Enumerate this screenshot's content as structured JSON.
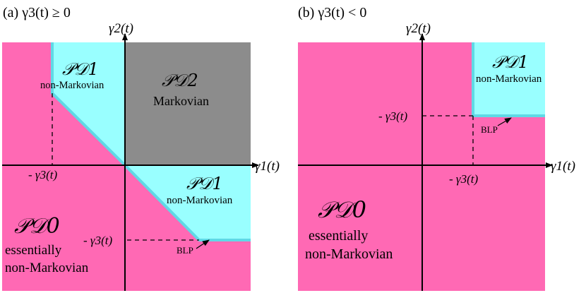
{
  "colors": {
    "pd0": "#ff69b4",
    "pd1": "#99ffff",
    "pd1_edge": "#5fd9e6",
    "pd2": "#8c8c8c",
    "axis": "#000000"
  },
  "panel_a": {
    "title": "(a) γ3(t)  ≥  0",
    "y_axis_label": "γ2(t)",
    "x_axis_label": "γ1(t)",
    "pd1_top": {
      "name": "𝒫𝒟1",
      "desc": "non-Markovian"
    },
    "pd2": {
      "name": "𝒫𝒟2",
      "desc": "Markovian"
    },
    "pd1_right": {
      "name": "𝒫𝒟1",
      "desc": "non-Markovian"
    },
    "pd0": {
      "name": "𝒫𝒟0",
      "desc_line1": "essentially",
      "desc_line2": "non-Markovian"
    },
    "tick_x": "- γ3(t)",
    "tick_y": "- γ3(t)",
    "blp": "BLP"
  },
  "panel_b": {
    "title": "(b) γ3(t)  <  0",
    "y_axis_label": "γ2(t)",
    "x_axis_label": "γ1(t)",
    "pd1": {
      "name": "𝒫𝒟1",
      "desc": "non-Markovian"
    },
    "pd0": {
      "name": "𝒫𝒟0",
      "desc_line1": "essentially",
      "desc_line2": "non-Markovian"
    },
    "tick_x": "- γ3(t)",
    "tick_y": "- γ3(t)",
    "blp": "BLP"
  }
}
